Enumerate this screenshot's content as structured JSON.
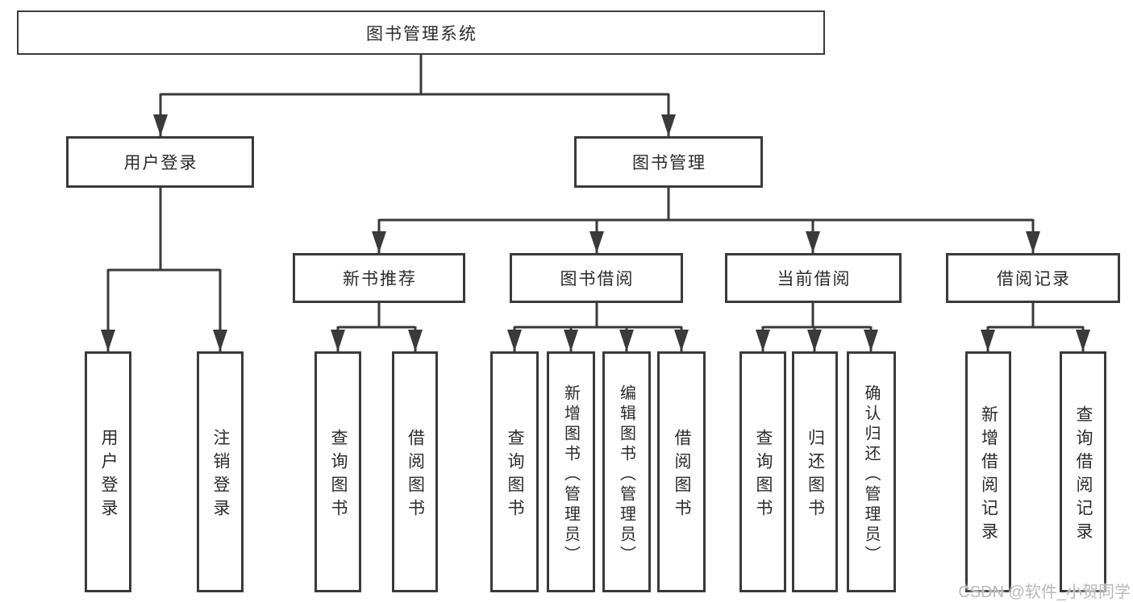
{
  "diagram": {
    "root": {
      "label": "图书管理系统",
      "children": [
        {
          "label": "用户登录",
          "children": [
            {
              "label": "用户登录"
            },
            {
              "label": "注销登录"
            }
          ]
        },
        {
          "label": "图书管理",
          "children": [
            {
              "label": "新书推荐",
              "children": [
                {
                  "label": "查询图书"
                },
                {
                  "label": "借阅图书"
                }
              ]
            },
            {
              "label": "图书借阅",
              "children": [
                {
                  "label": "查询图书"
                },
                {
                  "label": "新增图书（管理员）"
                },
                {
                  "label": "编辑图书（管理员）"
                },
                {
                  "label": "借阅图书"
                }
              ]
            },
            {
              "label": "当前借阅",
              "children": [
                {
                  "label": "查询图书"
                },
                {
                  "label": "归还图书"
                },
                {
                  "label": "确认归还（管理员）"
                }
              ]
            },
            {
              "label": "借阅记录",
              "children": [
                {
                  "label": "新增借阅记录"
                },
                {
                  "label": "查询借阅记录"
                }
              ]
            }
          ]
        }
      ]
    }
  },
  "watermark": {
    "text": "CSDN @软件_小贺同学"
  },
  "colors": {
    "line": "#3a3a3a",
    "text": "#2b2b2b",
    "watermark": "#b9b9b9",
    "background": "#ffffff"
  }
}
